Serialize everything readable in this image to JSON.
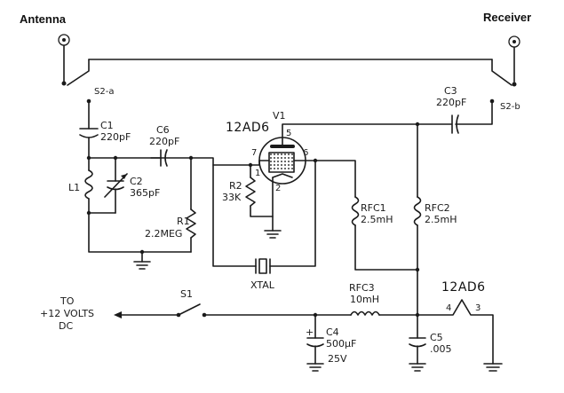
{
  "terminals": {
    "antenna": "Antenna",
    "receiver": "Receiver"
  },
  "switches": {
    "s2a": "S2-a",
    "s2b": "S2-b",
    "s1": "S1"
  },
  "tube": {
    "ref": "V1",
    "type": "12AD6",
    "pins": {
      "p5": "5",
      "p7": "7",
      "p6": "6",
      "p1": "1",
      "p2": "2",
      "p4": "4",
      "p3": "3"
    },
    "heater_type": "12AD6"
  },
  "components": {
    "c1": {
      "ref": "C1",
      "value": "220pF"
    },
    "c2": {
      "ref": "C2",
      "value": "365pF"
    },
    "c3": {
      "ref": "C3",
      "value": "220pF"
    },
    "c4": {
      "ref": "C4",
      "value": "500µF",
      "voltage": "25V",
      "polarity": "+"
    },
    "c5": {
      "ref": "C5",
      "value": ".005"
    },
    "c6": {
      "ref": "C6",
      "value": "220pF"
    },
    "l1": {
      "ref": "L1"
    },
    "r1": {
      "ref": "R1",
      "value": "2.2MEG"
    },
    "r2": {
      "ref": "R2",
      "value": "33K"
    },
    "rfc1": {
      "ref": "RFC1",
      "value": "2.5mH"
    },
    "rfc2": {
      "ref": "RFC2",
      "value": "2.5mH"
    },
    "rfc3": {
      "ref": "RFC3",
      "value": "10mH"
    },
    "xtal": {
      "ref": "XTAL"
    }
  },
  "power": {
    "line1": "TO",
    "line2": "+12 VOLTS",
    "line3": "DC"
  }
}
